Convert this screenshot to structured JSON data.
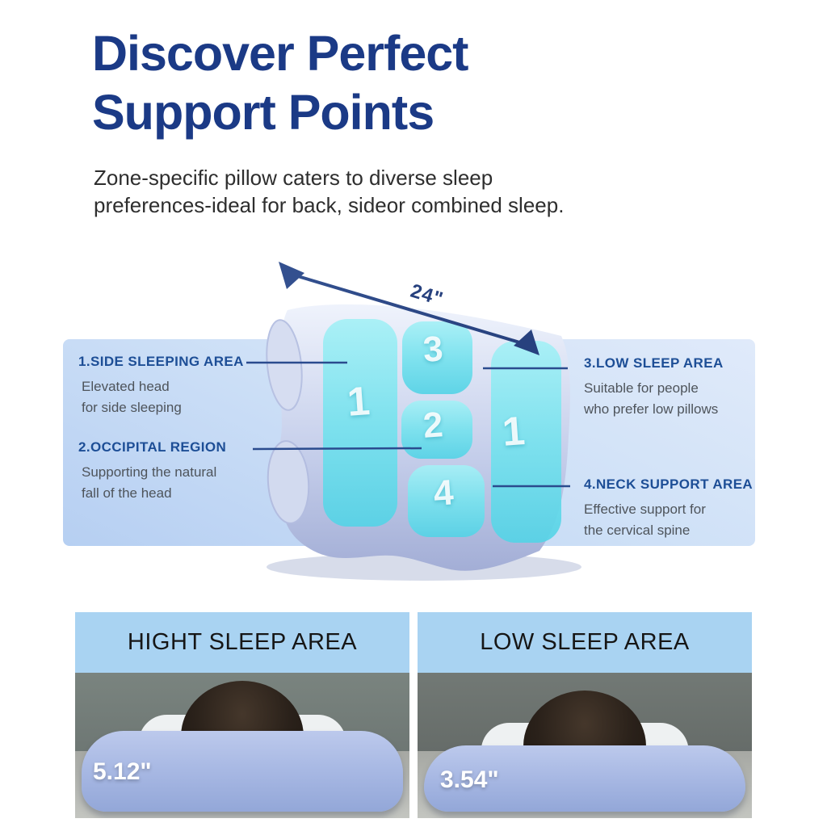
{
  "page": {
    "title_line1": "Discover Perfect",
    "title_line2": "Support Points",
    "subtitle_line1": "Zone-specific pillow caters to diverse sleep",
    "subtitle_line2": "preferences-ideal for back, sideor combined sleep."
  },
  "diagram": {
    "measurement": "24\"",
    "zone_numbers": {
      "left_big": "1",
      "mid_top": "3",
      "mid_center": "2",
      "mid_bottom": "4",
      "right_big": "1"
    },
    "zones": [
      {
        "title": "1.SIDE SLEEPING AREA",
        "desc_line1": "Elevated head",
        "desc_line2": "for side sleeping"
      },
      {
        "title": "2.OCCIPITAL REGION",
        "desc_line1": "Supporting the natural",
        "desc_line2": "fall of the head"
      },
      {
        "title": "3.LOW SLEEP AREA",
        "desc_line1": "Suitable for people",
        "desc_line2": "who prefer low pillows"
      },
      {
        "title": "4.NECK SUPPORT AREA",
        "desc_line1": "Effective support for",
        "desc_line2": "the cervical spine"
      }
    ]
  },
  "comparison": {
    "left_card": {
      "header": "HIGHT SLEEP AREA",
      "height_label": "5.12\""
    },
    "right_card": {
      "header": "LOW SLEEP AREA",
      "height_label": "3.54\""
    }
  },
  "colors": {
    "title_navy": "#1b3a86",
    "label_blue": "#1d4e96",
    "body_gray": "#4e545b",
    "band_blue": "#cfe1f7",
    "zone_cyan": "#6edcec",
    "pillow_lavender": "#c3cce9",
    "card_header_blue": "#a9d3f2"
  }
}
